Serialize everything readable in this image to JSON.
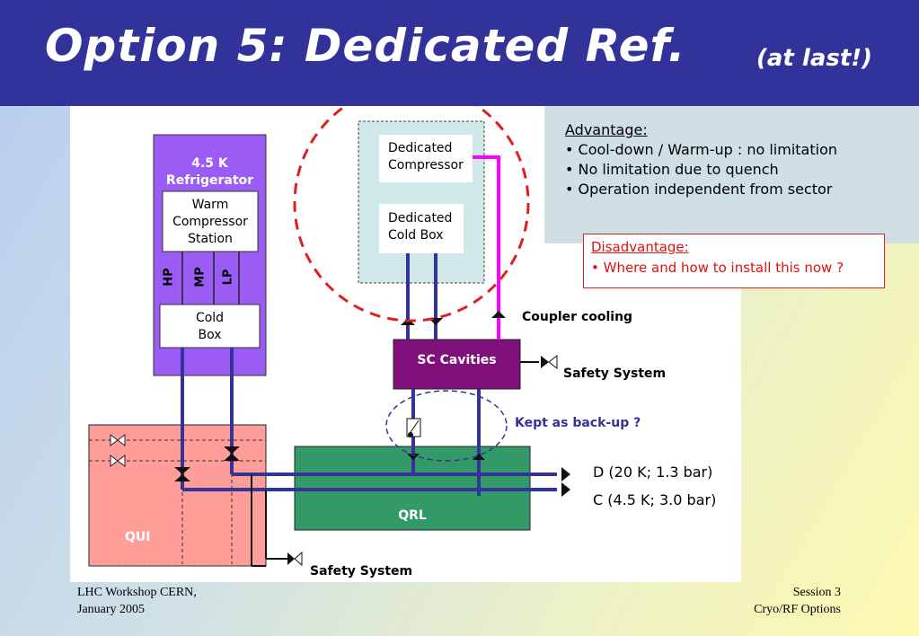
{
  "slide": {
    "title": "Option 5:  Dedicated Ref.",
    "subtitle": "(at last!)"
  },
  "advantage": {
    "title": "Advantage:",
    "items": [
      "• Cool-down / Warm-up : no limitation",
      "• No limitation due to quench",
      "• Operation independent from sector"
    ]
  },
  "disadvantage": {
    "title": "Disadvantage:",
    "items": [
      "• Where and how to install this now ?"
    ]
  },
  "diagram": {
    "refrigerator_title": "4.5 K\nRefrigerator",
    "warm_compressor": "Warm\nCompressor\nStation",
    "hp": "HP",
    "mp": "MP",
    "lp": "LP",
    "cold_box": "Cold\nBox",
    "dedicated_compressor": "Dedicated\nCompressor",
    "dedicated_cold_box": "Dedicated\nCold Box",
    "sc_cavities": "SC Cavities",
    "coupler_cooling": "Coupler cooling",
    "safety_system_right": "Safety System",
    "safety_system_bottom": "Safety System",
    "kept_backup": "Kept as back-up ?",
    "d_line": "D  (20 K; 1.3 bar)",
    "c_line": "C  (4.5 K; 3.0 bar)",
    "qrl": "QRL",
    "qui": "QUI",
    "colors": {
      "header": "#31339a",
      "refrigerator": "#9a5cf5",
      "sc_cavities": "#80107a",
      "qrl": "#339966",
      "qui": "#ff9e99",
      "pipe": "#333399",
      "coupler_pipe": "#ff00ff",
      "circle": "#e02020"
    }
  },
  "footer": {
    "left_line1": "LHC Workshop     CERN,",
    "left_line2": "January 2005",
    "right_line1": "Session 3",
    "right_line2": "Cryo/RF Options"
  }
}
